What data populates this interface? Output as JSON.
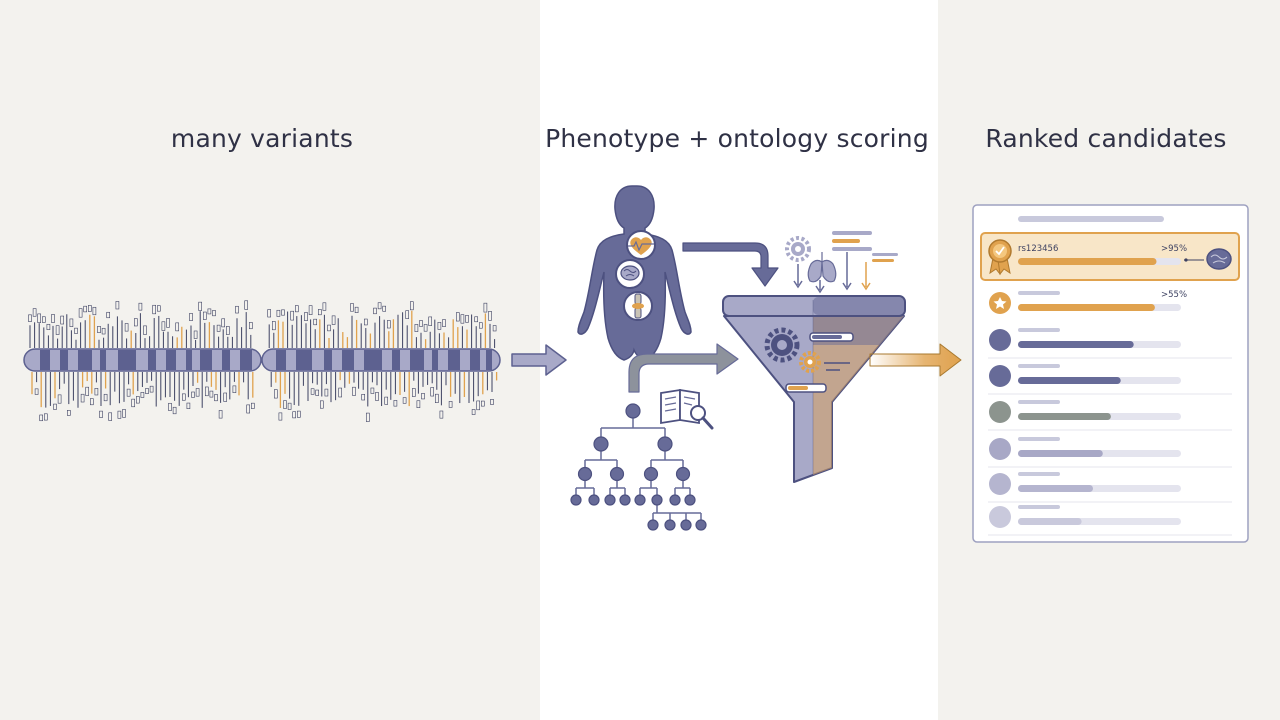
{
  "sections": {
    "variants_title": "many variants",
    "scoring_title": "Phenotype + ontology scoring",
    "ranked_title": "Ranked candidates"
  },
  "ranked_list": {
    "rows": [
      {
        "rank": 1,
        "id_label": "rs123456",
        "score_label": ">95%",
        "level": 0.85,
        "highlight": true,
        "badge": "award-ribbon",
        "color": "#e0a24e"
      },
      {
        "rank": 2,
        "id_label": "",
        "score_label": ">55%",
        "level": 0.84,
        "highlight": false,
        "badge": "star",
        "color": "#e0a24e"
      },
      {
        "rank": 3,
        "id_label": "",
        "score_label": "",
        "level": 0.71,
        "highlight": false,
        "badge": "dot",
        "color": "#676b98"
      },
      {
        "rank": 4,
        "id_label": "",
        "score_label": "",
        "level": 0.63,
        "highlight": false,
        "badge": "dot",
        "color": "#676b98"
      },
      {
        "rank": 5,
        "id_label": "",
        "score_label": "",
        "level": 0.57,
        "highlight": false,
        "badge": "dot",
        "color": "#8c948e"
      },
      {
        "rank": 6,
        "id_label": "",
        "score_label": "",
        "level": 0.52,
        "highlight": false,
        "badge": "dot",
        "color": "#a8a8c6"
      },
      {
        "rank": 7,
        "id_label": "",
        "score_label": "",
        "level": 0.46,
        "highlight": false,
        "badge": "dot",
        "color": "#b5b5cf"
      },
      {
        "rank": 8,
        "id_label": "",
        "score_label": "",
        "level": 0.39,
        "highlight": false,
        "badge": "dot",
        "color": "#c9c9dc"
      }
    ]
  },
  "colors": {
    "background": "#f3f2ee",
    "panel": "#ffffff",
    "primary": "#676b98",
    "primary_light": "#a8a9c8",
    "accent": "#e0a24e",
    "grey": "#8d929c",
    "text": "#2f3145"
  },
  "icons": [
    "human-body-icon",
    "heart-icon",
    "brain-icon",
    "knee-joint-icon",
    "gear-icon",
    "lungs-icon",
    "funnel-icon",
    "ontology-tree-icon",
    "book-search-icon",
    "award-ribbon-icon",
    "star-icon"
  ]
}
